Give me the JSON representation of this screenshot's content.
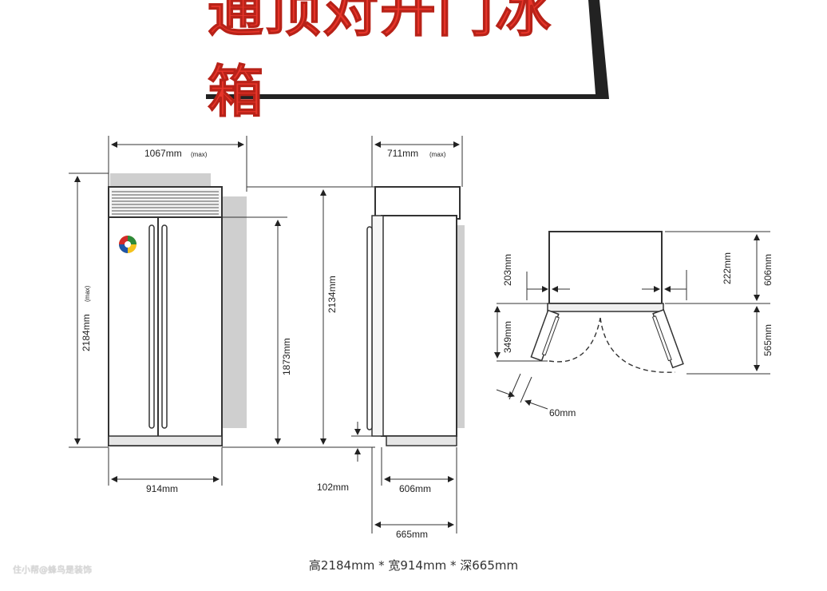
{
  "title": "通顶对开门冰箱",
  "front": {
    "width_max": "1067mm",
    "width_max_note": "(max)",
    "height_max": "2184mm",
    "height_max_note": "(max)",
    "door_height": "1873mm",
    "width": "914mm"
  },
  "side": {
    "depth_max": "711mm",
    "depth_max_note": "(max)",
    "height": "2134mm",
    "toe_kick": "102mm",
    "depth": "606mm",
    "depth_with_door": "665mm"
  },
  "plan": {
    "left_clearance": "203mm",
    "right_clearance": "222mm",
    "cabinet_depth": "606mm",
    "left_door_swing": "349mm",
    "right_door_swing": "565mm",
    "hinge_offset": "60mm"
  },
  "caption": "高2184mm * 宽914mm * 深665mm",
  "watermark": "住小帮@蜂鸟是装饰",
  "colors": {
    "title_red": "#e8352a",
    "banner_black": "#222222",
    "shadow_gray": "#cfcfcf"
  }
}
